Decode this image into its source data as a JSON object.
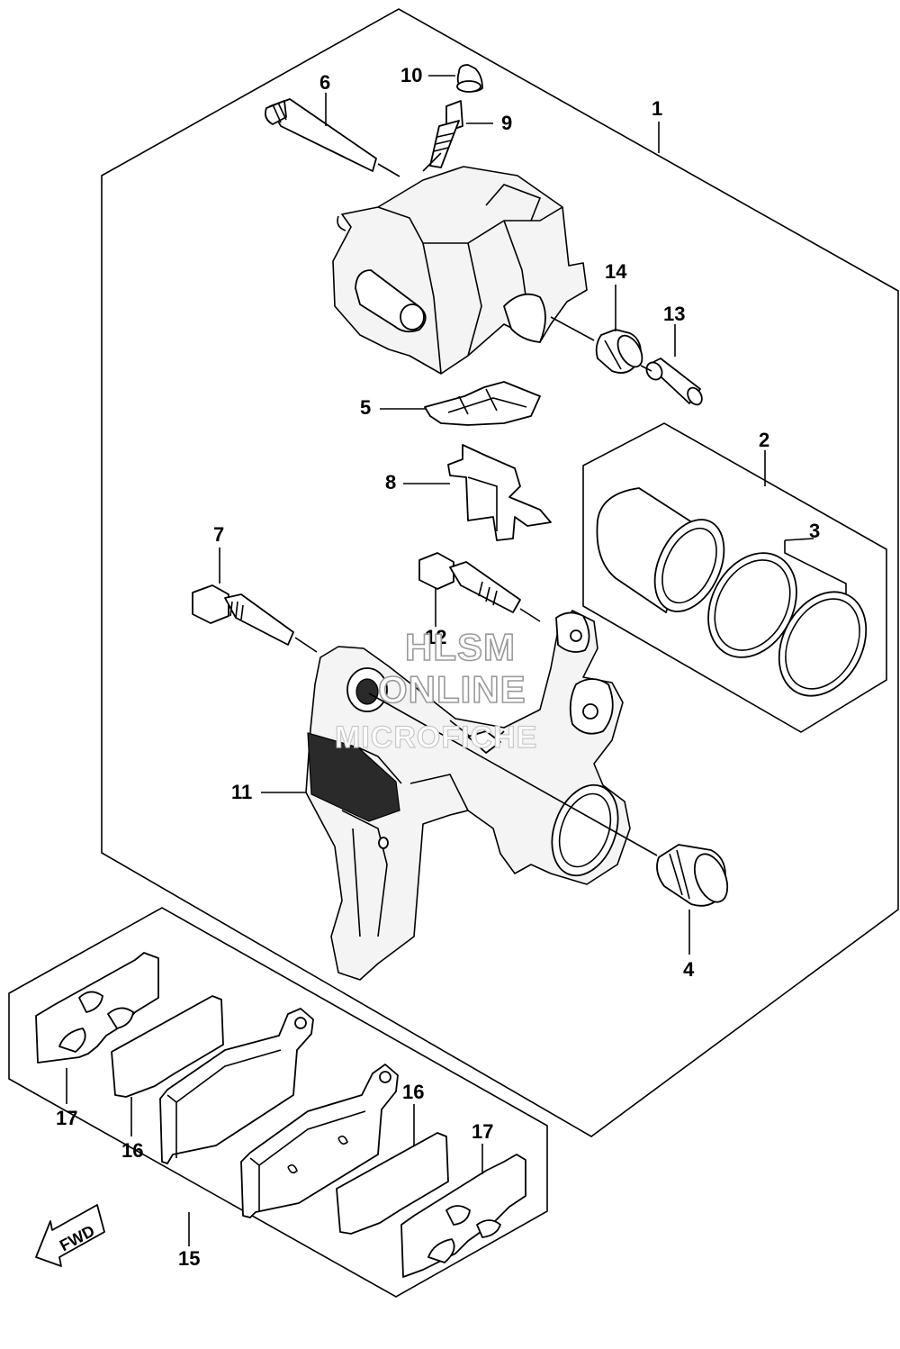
{
  "callouts": {
    "c1": "1",
    "c2": "2",
    "c3": "3",
    "c4": "4",
    "c5": "5",
    "c6": "6",
    "c7": "7",
    "c8": "8",
    "c9": "9",
    "c10": "10",
    "c11": "11",
    "c12": "12",
    "c13": "13",
    "c14": "14",
    "c15": "15",
    "c16a": "16",
    "c16b": "16",
    "c17a": "17",
    "c17b": "17"
  },
  "watermark": {
    "line1": "HLSM",
    "line2": "ONLINE",
    "line3": "MICROFICHE"
  },
  "fwd_label": "FWD"
}
